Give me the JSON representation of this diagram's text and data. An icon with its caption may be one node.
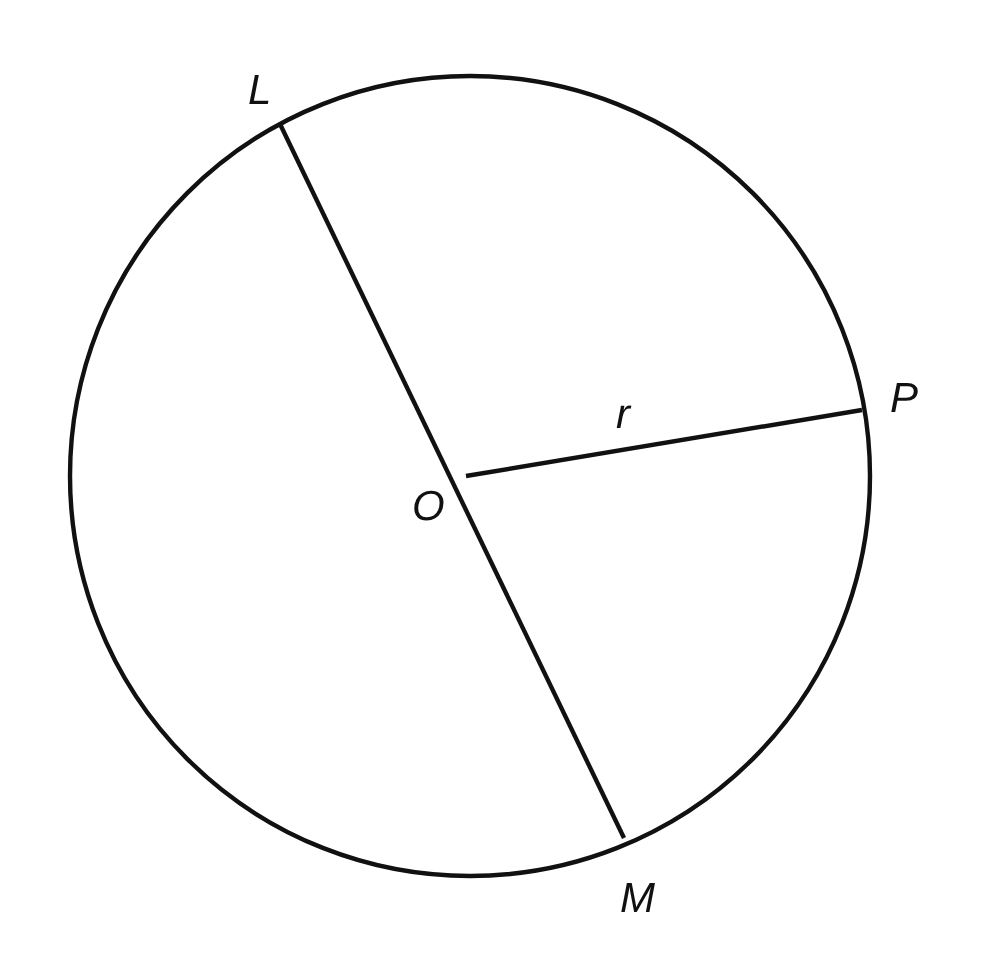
{
  "diagram": {
    "labels": [
      "L",
      "r",
      "P",
      "O",
      "M"
    ]
  }
}
